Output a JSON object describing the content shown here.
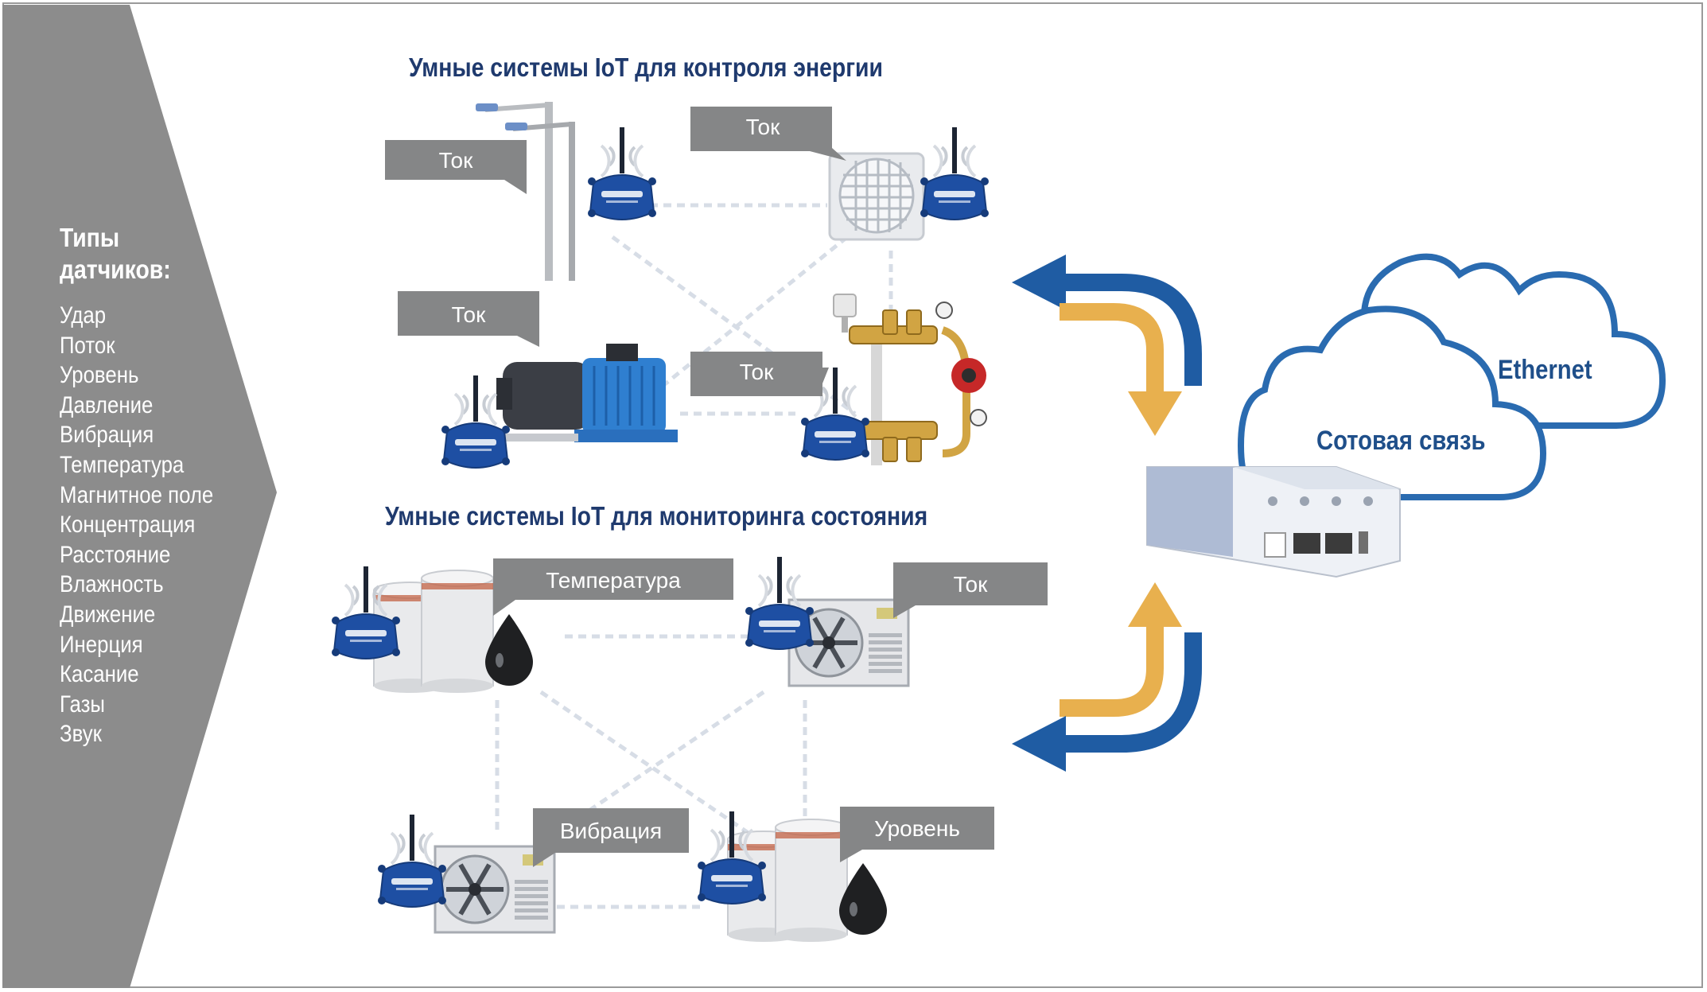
{
  "sensor_panel": {
    "heading": "Типы датчиков:",
    "sensor_types": [
      "Удар",
      "Поток",
      "Уровень",
      "Давление",
      "Вибрация",
      "Температура",
      "Магнитное поле",
      "Концентрация",
      "Расстояние",
      "Влажность",
      "Движение",
      "Инерция",
      "Касание",
      "Газы",
      "Звук"
    ]
  },
  "sections": {
    "energy_title": "Умные системы IoT для контроля энергии",
    "monitoring_title": "Умные системы IoT для мониторинга состояния"
  },
  "callouts": {
    "streetlight": "Ток",
    "fan_unit": "Ток",
    "pump": "Ток",
    "heating_manifold": "Ток",
    "tank_top": "Температура",
    "cooler_top": "Ток",
    "cooler_bottom": "Вибрация",
    "tank_bottom": "Уровень"
  },
  "network": {
    "cellular_label": "Сотовая связь",
    "ethernet_label": "Ethernet"
  },
  "colors": {
    "panel_grey": "#8c8c8c",
    "title_navy": "#1f3a6e",
    "callout_grey": "#858687",
    "arrow_blue": "#1f5ca3",
    "arrow_gold": "#e8b04e",
    "cloud_stroke": "#2a6bb0",
    "sensor_blue": "#1e4fa3"
  }
}
